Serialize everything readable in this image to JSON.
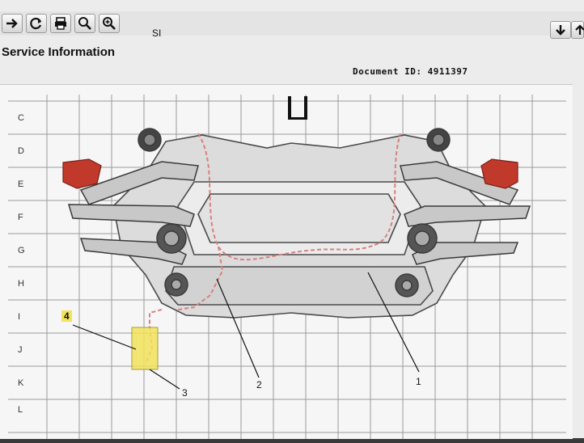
{
  "toolbar": {
    "buttons": [
      {
        "name": "forward-button",
        "icon": "arrow-right-icon"
      },
      {
        "name": "refresh-button",
        "icon": "refresh-icon"
      },
      {
        "name": "print-button",
        "icon": "printer-icon"
      },
      {
        "name": "zoom-out-button",
        "icon": "magnifier-icon"
      },
      {
        "name": "zoom-in-button",
        "icon": "magnifier-plus-icon"
      }
    ],
    "section_label": "SI",
    "nav_buttons": [
      {
        "name": "next-down-button",
        "icon": "arrow-down-icon"
      },
      {
        "name": "prev-up-button",
        "icon": "arrow-up-icon"
      }
    ]
  },
  "header": {
    "title": "Service Information",
    "document_id": "Document ID: 4911397"
  },
  "diagram": {
    "row_labels": [
      "C",
      "D",
      "E",
      "F",
      "G",
      "H",
      "I",
      "J",
      "K",
      "L"
    ],
    "callouts": [
      {
        "id": "1",
        "label": "1"
      },
      {
        "id": "2",
        "label": "2"
      },
      {
        "id": "3",
        "label": "3"
      },
      {
        "id": "4",
        "label": "4"
      }
    ],
    "colors": {
      "grid": "#9a9a9a",
      "frame": "#5a5a5a",
      "caliper": "#c0392b",
      "wire": "#d98080",
      "highlight": "#f2e35a"
    }
  }
}
